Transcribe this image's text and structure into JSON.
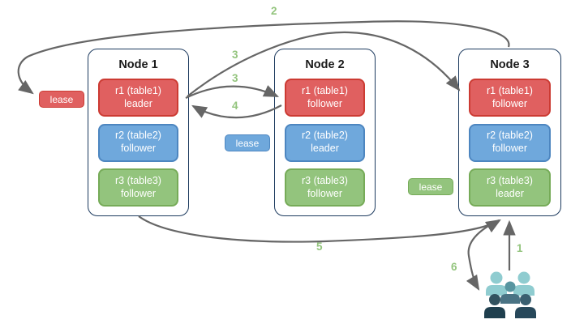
{
  "colors": {
    "red-fill": "#e06060",
    "red-border": "#cc3b33",
    "blue-fill": "#6fa8dc",
    "blue-border": "#4d86c0",
    "green-fill": "#93c47d",
    "green-border": "#76ab58",
    "node-border": "#1c3a5e",
    "arrow": "#666666",
    "step": "#93c47d",
    "users-light": "#8fccd0",
    "users-mid-head": "#5795a0",
    "users-mid-body": "#4a7384",
    "users-dark1-head": "#32525f",
    "users-dark1-body": "#1f3f4e",
    "users-dark2-head": "#3a5f70",
    "users-dark2-body": "#27485a"
  },
  "nodes": [
    {
      "title": "Node 1",
      "replicas": [
        {
          "name": "r1 (table1)",
          "role": "leader",
          "color": "red"
        },
        {
          "name": "r2 (table2)",
          "role": "follower",
          "color": "blue"
        },
        {
          "name": "r3 (table3)",
          "role": "follower",
          "color": "green"
        }
      ]
    },
    {
      "title": "Node 2",
      "replicas": [
        {
          "name": "r1 (table1)",
          "role": "follower",
          "color": "red"
        },
        {
          "name": "r2 (table2)",
          "role": "leader",
          "color": "blue"
        },
        {
          "name": "r3 (table3)",
          "role": "follower",
          "color": "green"
        }
      ]
    },
    {
      "title": "Node 3",
      "replicas": [
        {
          "name": "r1 (table1)",
          "role": "follower",
          "color": "red"
        },
        {
          "name": "r2 (table2)",
          "role": "follower",
          "color": "blue"
        },
        {
          "name": "r3 (table3)",
          "role": "leader",
          "color": "green"
        }
      ]
    }
  ],
  "leases": {
    "red": "lease",
    "blue": "lease",
    "green": "lease"
  },
  "steps": {
    "s1": "1",
    "s2": "2",
    "s3a": "3",
    "s3b": "3",
    "s4": "4",
    "s5": "5",
    "s6": "6"
  },
  "icons": {
    "users": "users-icon"
  }
}
